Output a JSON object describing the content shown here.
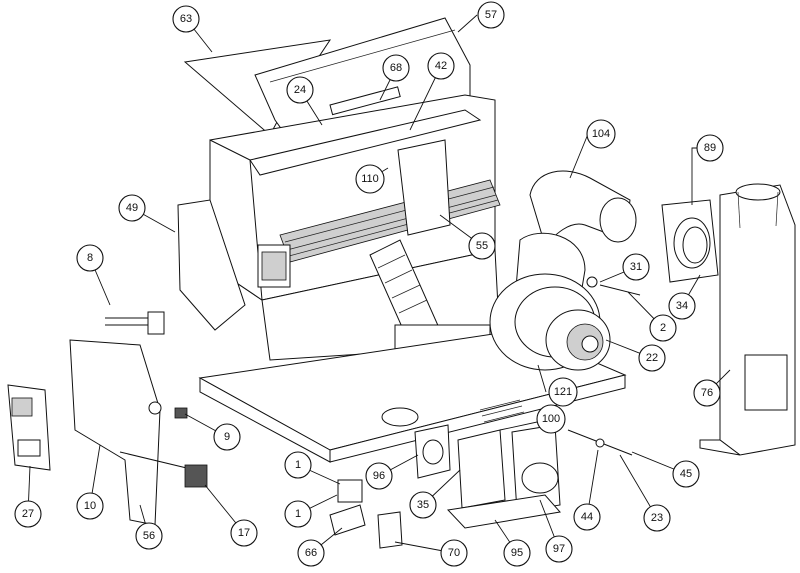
{
  "callouts": [
    "63",
    "57",
    "68",
    "42",
    "24",
    "104",
    "110",
    "89",
    "49",
    "55",
    "8",
    "31",
    "2",
    "34",
    "22",
    "121",
    "100",
    "76",
    "9",
    "45",
    "1",
    "96",
    "27",
    "10",
    "35",
    "44",
    "23",
    "66",
    "70",
    "56",
    "17",
    "95",
    "97"
  ]
}
